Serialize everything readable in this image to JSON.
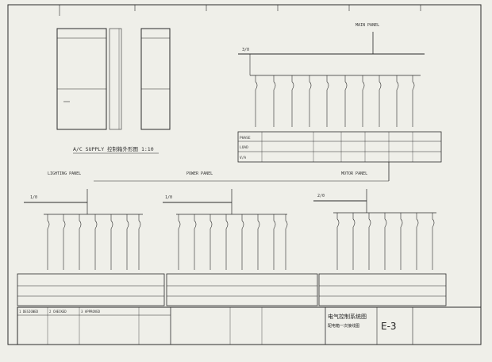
{
  "sheet": {
    "drawing_number": "E-3",
    "caption_elevation": "A/C SUPPLY 控制箱外形图 1:10",
    "title_block_name": "电气控制系统图",
    "title_block_sub": "配电箱一次接线图",
    "revision_headers": [
      "1 DESIGNED",
      "2 CHECKED",
      "3 APPROVED"
    ]
  },
  "panels": [
    {
      "id": "top",
      "label": "MAIN PANEL",
      "feeder": "3/0"
    },
    {
      "id": "left",
      "label": "LIGHTING PANEL",
      "feeder": "1/0"
    },
    {
      "id": "center",
      "label": "POWER PANEL",
      "feeder": "1/0"
    },
    {
      "id": "right",
      "label": "MOTOR PANEL",
      "feeder": "2/0"
    }
  ],
  "table_row_labels": [
    "PHASE",
    "LOAD",
    "V/A"
  ]
}
